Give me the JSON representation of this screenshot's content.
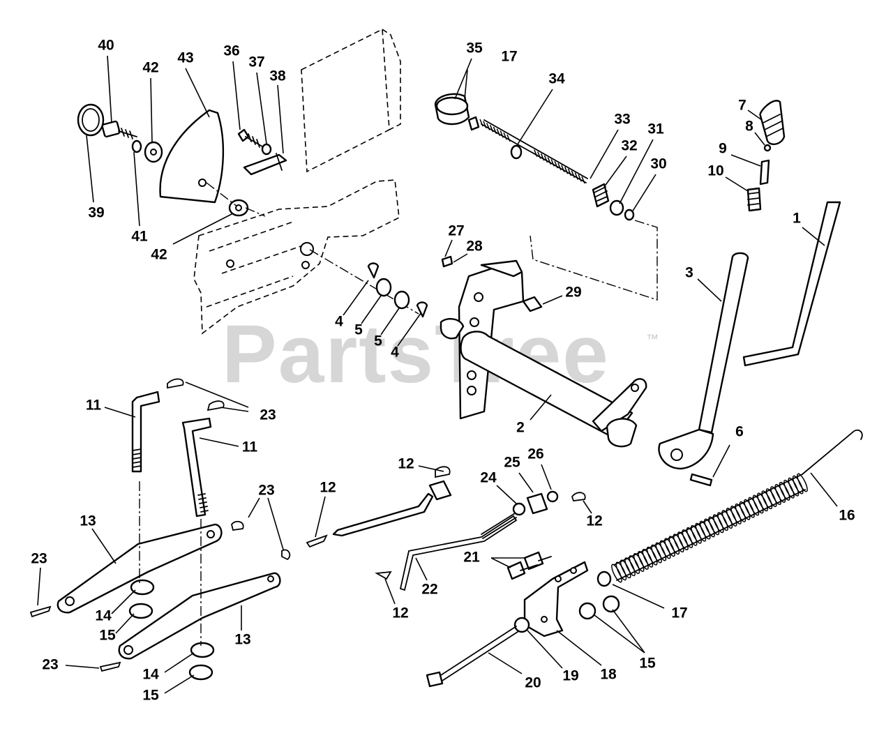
{
  "watermark": {
    "text": "PartsTree",
    "trademark": "™"
  },
  "callouts": [
    {
      "id": "1",
      "label": "1"
    },
    {
      "id": "2",
      "label": "2"
    },
    {
      "id": "3",
      "label": "3"
    },
    {
      "id": "4a",
      "label": "4"
    },
    {
      "id": "4b",
      "label": "4"
    },
    {
      "id": "5a",
      "label": "5"
    },
    {
      "id": "5b",
      "label": "5"
    },
    {
      "id": "6",
      "label": "6"
    },
    {
      "id": "7",
      "label": "7"
    },
    {
      "id": "8",
      "label": "8"
    },
    {
      "id": "9",
      "label": "9"
    },
    {
      "id": "10",
      "label": "10"
    },
    {
      "id": "11a",
      "label": "11"
    },
    {
      "id": "11b",
      "label": "11"
    },
    {
      "id": "12a",
      "label": "12"
    },
    {
      "id": "12b",
      "label": "12"
    },
    {
      "id": "12c",
      "label": "12"
    },
    {
      "id": "12d",
      "label": "12"
    },
    {
      "id": "13a",
      "label": "13"
    },
    {
      "id": "13b",
      "label": "13"
    },
    {
      "id": "14a",
      "label": "14"
    },
    {
      "id": "14b",
      "label": "14"
    },
    {
      "id": "15a",
      "label": "15"
    },
    {
      "id": "15b",
      "label": "15"
    },
    {
      "id": "15c",
      "label": "15"
    },
    {
      "id": "16",
      "label": "16"
    },
    {
      "id": "17a",
      "label": "17"
    },
    {
      "id": "17b",
      "label": "17"
    },
    {
      "id": "18",
      "label": "18"
    },
    {
      "id": "19",
      "label": "19"
    },
    {
      "id": "20",
      "label": "20"
    },
    {
      "id": "21",
      "label": "21"
    },
    {
      "id": "22",
      "label": "22"
    },
    {
      "id": "23a",
      "label": "23"
    },
    {
      "id": "23b",
      "label": "23"
    },
    {
      "id": "23c",
      "label": "23"
    },
    {
      "id": "23d",
      "label": "23"
    },
    {
      "id": "24",
      "label": "24"
    },
    {
      "id": "25",
      "label": "25"
    },
    {
      "id": "26",
      "label": "26"
    },
    {
      "id": "27",
      "label": "27"
    },
    {
      "id": "28",
      "label": "28"
    },
    {
      "id": "29",
      "label": "29"
    },
    {
      "id": "30",
      "label": "30"
    },
    {
      "id": "31",
      "label": "31"
    },
    {
      "id": "32",
      "label": "32"
    },
    {
      "id": "33",
      "label": "33"
    },
    {
      "id": "34",
      "label": "34"
    },
    {
      "id": "35",
      "label": "35"
    },
    {
      "id": "36",
      "label": "36"
    },
    {
      "id": "37",
      "label": "37"
    },
    {
      "id": "38",
      "label": "38"
    },
    {
      "id": "39",
      "label": "39"
    },
    {
      "id": "40",
      "label": "40"
    },
    {
      "id": "41",
      "label": "41"
    },
    {
      "id": "42a",
      "label": "42"
    },
    {
      "id": "42b",
      "label": "42"
    },
    {
      "id": "43",
      "label": "43"
    }
  ]
}
